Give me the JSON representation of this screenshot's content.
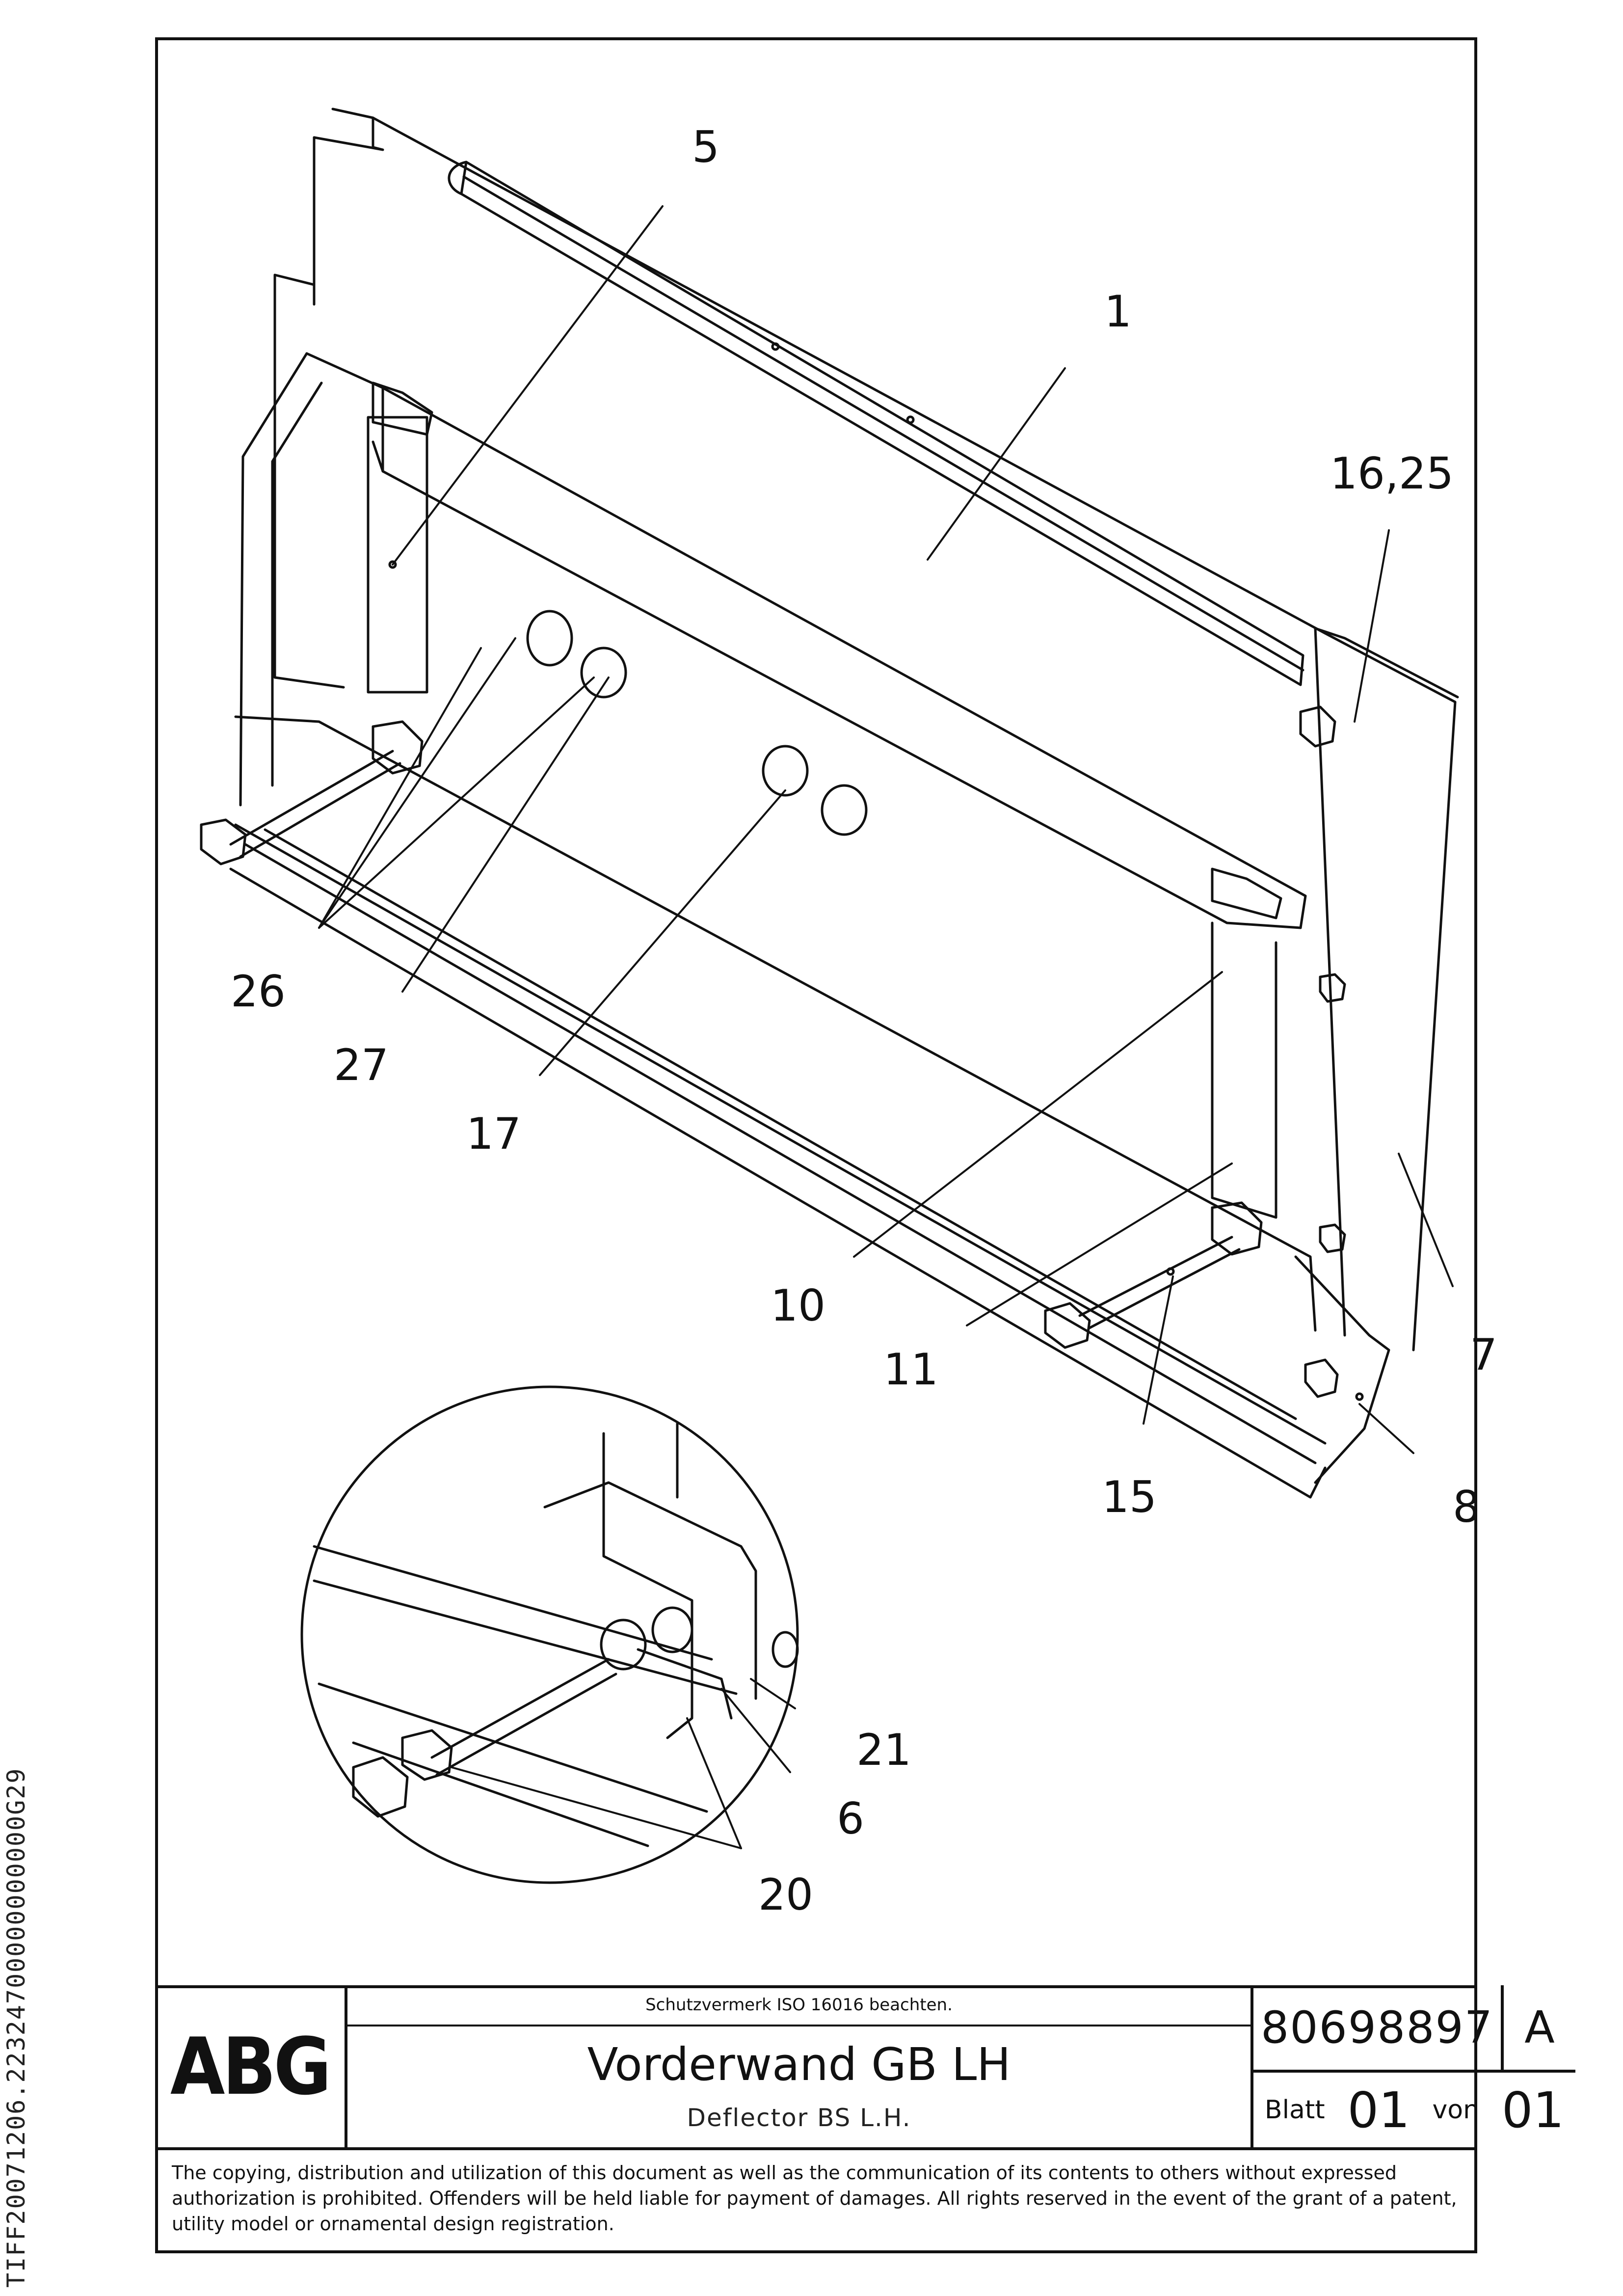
{
  "side_code": "TIFF20071206.22324700000000000G29",
  "title_block": {
    "logo": "ABG",
    "protection_note": "Schutzvermerk ISO 16016 beachten.",
    "title_de": "Vorderwand GB LH",
    "title_en": "Deflector BS L.H.",
    "drawing_number": "80698897",
    "revision": "A",
    "sheet_label": "Blatt",
    "sheet_number": "01",
    "of_label": "von",
    "sheet_total": "01"
  },
  "copyright": "The copying, distribution and utilization of this document as well as the communication of its contents to others without expressed authorization is prohibited. Offenders will be held liable for payment of damages. All rights reserved in the event of the grant of a patent, utility model or ornamental design registration.",
  "callouts": {
    "c5": "5",
    "c1": "1",
    "c16_25": "16,25",
    "c26": "26",
    "c27": "27",
    "c17": "17",
    "c10": "10",
    "c11": "11",
    "c7": "7",
    "c15": "15",
    "c8": "8",
    "c21": "21",
    "c6": "6",
    "c20": "20"
  }
}
